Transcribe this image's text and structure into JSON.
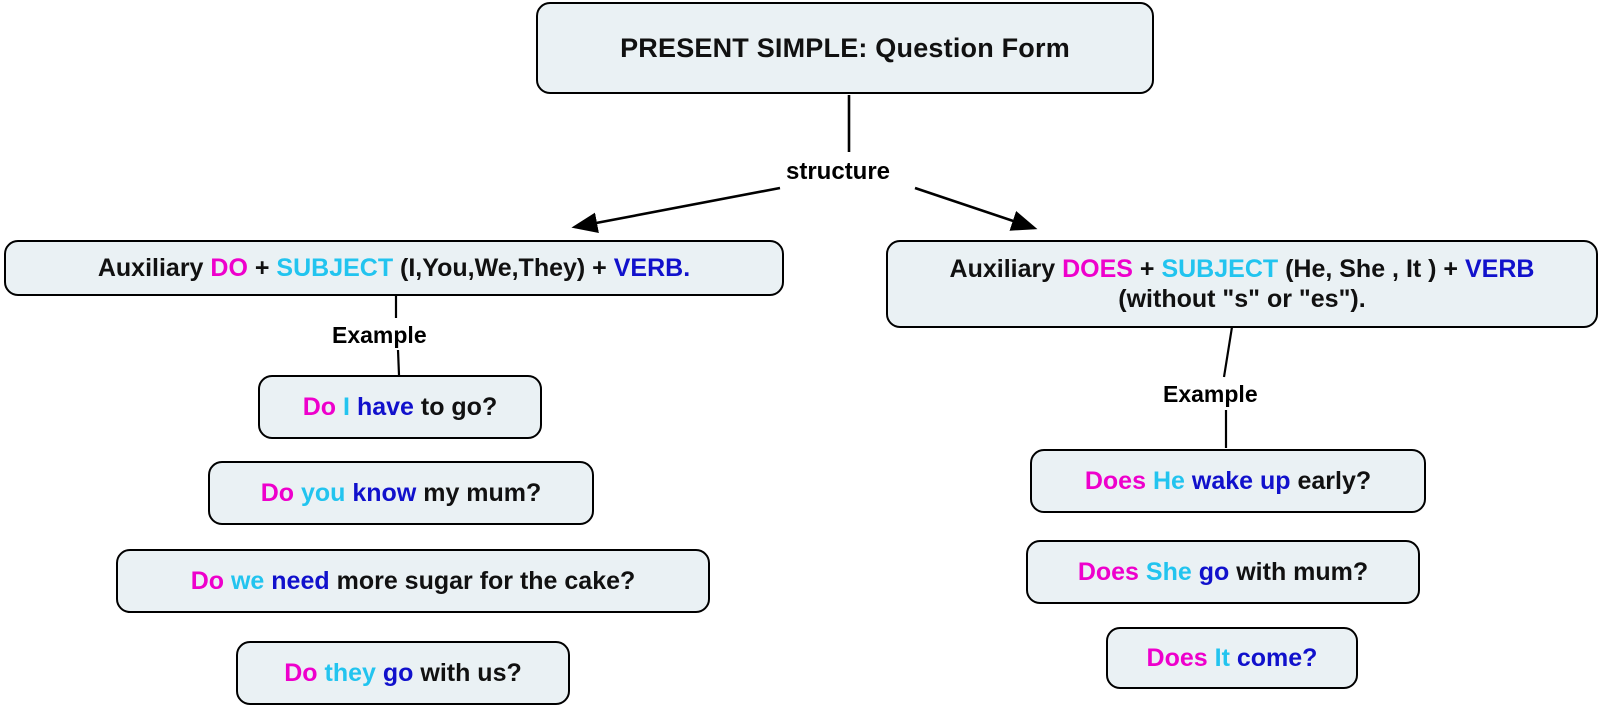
{
  "title": {
    "text": "PRESENT SIMPLE: Question Form"
  },
  "colors": {
    "auxiliary": "#ee00cc",
    "subject": "#22c4ef",
    "verb": "#1111cc",
    "plain": "#111111",
    "node_fill": "#eaf1f4",
    "node_border": "#000000",
    "background": "#ffffff"
  },
  "edge_labels": {
    "structure": "structure",
    "example_left": "Example",
    "example_right": "Example"
  },
  "branches": {
    "left": {
      "structure": {
        "prefix": "Auxiliary ",
        "auxiliary": "DO",
        "plus1": " + ",
        "subject": "SUBJECT",
        "pronouns": " (I,You,We,They) + ",
        "verb": "VERB."
      },
      "examples": [
        {
          "auxiliary": "Do",
          "subject": "I",
          "verb": "have",
          "rest": " to go?"
        },
        {
          "auxiliary": "Do",
          "subject": "you",
          "verb": "know",
          "rest": " my mum?"
        },
        {
          "auxiliary": "Do",
          "subject": "we",
          "verb": "need",
          "rest": " more sugar for the cake?"
        },
        {
          "auxiliary": "Do",
          "subject": "they",
          "verb": "go",
          "rest": " with us?"
        }
      ]
    },
    "right": {
      "structure": {
        "prefix": "Auxiliary ",
        "auxiliary": "DOES",
        "plus1": " + ",
        "subject": "SUBJECT",
        "pronouns": " (He, She , It ) + ",
        "verb": "VERB",
        "suffix": " (without \"s\" or \"es\")."
      },
      "examples": [
        {
          "auxiliary": "Does",
          "subject": "He",
          "verb": "wake up",
          "rest": " early?"
        },
        {
          "auxiliary": "Does",
          "subject": "She",
          "verb": "go",
          "rest": " with mum?"
        },
        {
          "auxiliary": "Does",
          "subject": "It",
          "verb": "come?",
          "rest": ""
        }
      ]
    }
  }
}
